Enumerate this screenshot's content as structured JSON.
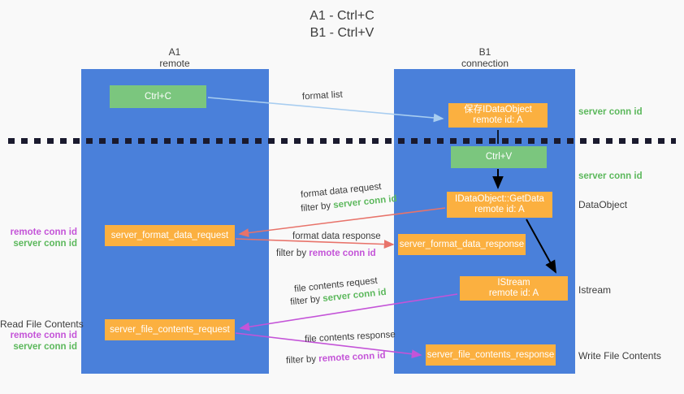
{
  "title": "A1 - Ctrl+C\nB1 - Ctrl+V",
  "columns": {
    "a": {
      "name": "A1",
      "role": "remote",
      "header": "A1\nremote",
      "color": "#4a80da"
    },
    "b": {
      "name": "B1",
      "role": "connection",
      "header": "B1\nconnection",
      "color": "#4a80da"
    }
  },
  "colors": {
    "column_blue": "#4a80da",
    "box_green": "#7bc67e",
    "box_orange": "#fbb040",
    "server_conn_green": "#5cb85c",
    "remote_conn_magenta": "#c454d8",
    "arrow_light_blue": "#a8cdf0",
    "arrow_red": "#e8736a",
    "arrow_magenta": "#c454d8",
    "arrow_black": "#000000",
    "background": "#f9f9f9",
    "text": "#3c3c3c"
  },
  "boxes": {
    "ctrl_c": "Ctrl+C",
    "save_idataobject": "保存IDataObject\nremote id: A",
    "ctrl_v": "Ctrl+V",
    "getdata": "IDataObject::GetData\nremote id: A",
    "server_format_data_request": "server_format_data_request",
    "server_format_data_response": "server_format_data_response",
    "istream": "IStream\nremote id: A",
    "server_file_contents_request": "server_file_contents_request",
    "server_file_contents_response": "server_file_contents_response"
  },
  "notes": {
    "format_list": "format list",
    "format_data_request": "format data request",
    "filter_by_label": "filter by ",
    "server_conn_id": "server conn id",
    "remote_conn_id": "remote conn id",
    "format_data_response": "format data response",
    "file_contents_request": "file contents request",
    "file_contents_response": "file contents response"
  },
  "right_labels": {
    "server_conn_id_top": "server conn id",
    "server_conn_id_mid": "server conn id",
    "dataobject": "DataObject",
    "istream": "Istream",
    "write_file_contents": "Write File Contents"
  },
  "left_labels": {
    "remote_conn_id": "remote conn id",
    "server_conn_id": "server conn id",
    "read_file_contents": "Read File Contents"
  }
}
